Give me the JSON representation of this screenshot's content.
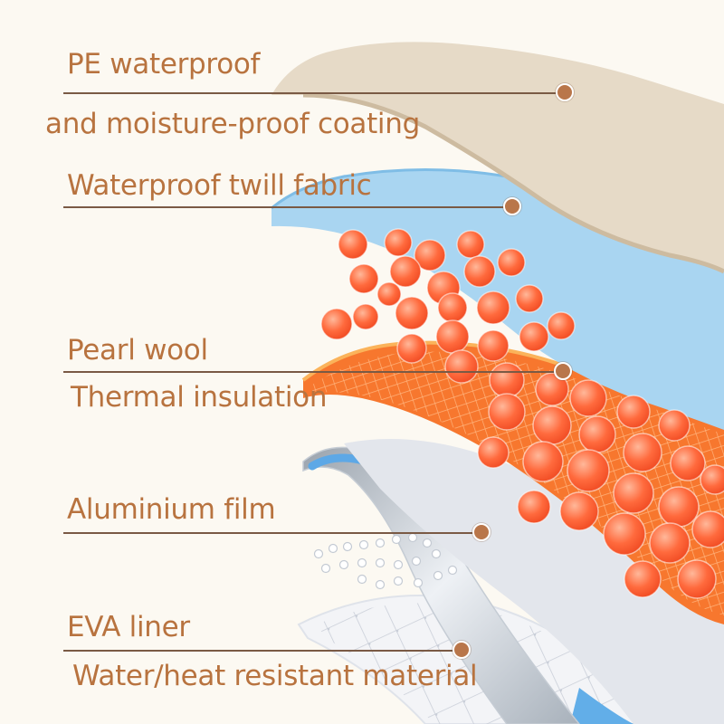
{
  "layers": [
    {
      "id": "pe-coating",
      "label_1": "PE waterproof",
      "label_2": "and moisture-proof coating",
      "color": "#e6dac7"
    },
    {
      "id": "twill-fabric",
      "label_1": "Waterproof twill fabric",
      "color": "#a7d4f0"
    },
    {
      "id": "pearl-wool",
      "label_1": "Pearl wool",
      "label_2": "Thermal insulation",
      "color": "#f7772e"
    },
    {
      "id": "aluminium-film",
      "label_1": "Aluminium film",
      "color": "#dfe3eb"
    },
    {
      "id": "eva-liner",
      "label_1": "EVA liner",
      "label_2": "Water/heat resistant material",
      "color": "#eef0f4"
    }
  ],
  "colors": {
    "background": "#fcf9f2",
    "label_text": "#b8733f",
    "marker": "#b9764a",
    "leader_line": "#7a5a45",
    "heat_bubble": "#ff6a3d"
  }
}
